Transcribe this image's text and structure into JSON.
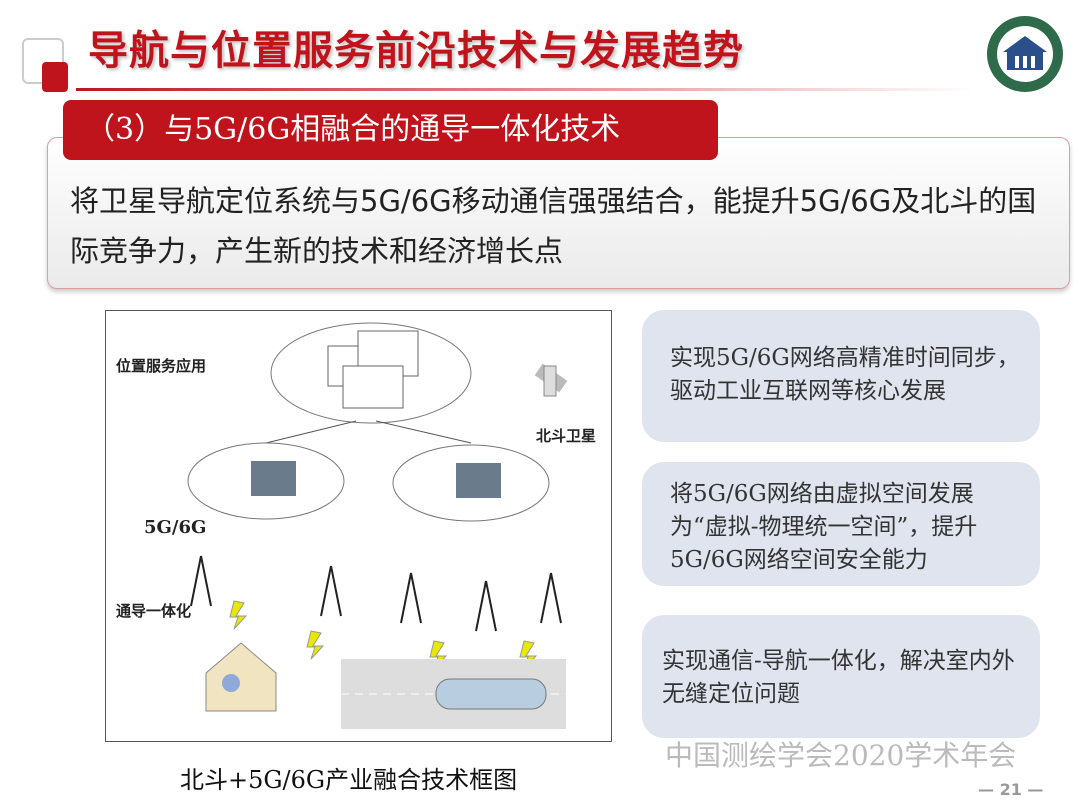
{
  "header": {
    "title": "导航与位置服务前沿技术与发展趋势",
    "logo": "university-seal-logo"
  },
  "section": {
    "tab_label": "（3）与5G/6G相融合的通导一体化技术",
    "summary": "将卫星导航定位系统与5G/6G移动通信强强结合，能提升5G/6G及北斗的国际竞争力，产生新的技术和经济增长点"
  },
  "diagram": {
    "labels": {
      "location_services": "位置服务应用",
      "beidou_satellite": "北斗卫星",
      "network": "5G/6G",
      "integration": "通导一体化"
    },
    "caption": "北斗+5G/6G产业融合技术框图"
  },
  "bullets": [
    "实现5G/6G网络高精准时间同步，驱动工业互联网等核心发展",
    "将5G/6G网络由虚拟空间发展为“虚拟-物理统一空间”，提升5G/6G网络空间安全能力",
    "实现通信-导航一体化，解决室内外无缝定位问题"
  ],
  "footer": {
    "conference": "中国测绘学会2020学术年会",
    "page": "— 21 —"
  },
  "colors": {
    "accent_red": "#c0141c",
    "bubble_bg": "#dfe4ee"
  }
}
